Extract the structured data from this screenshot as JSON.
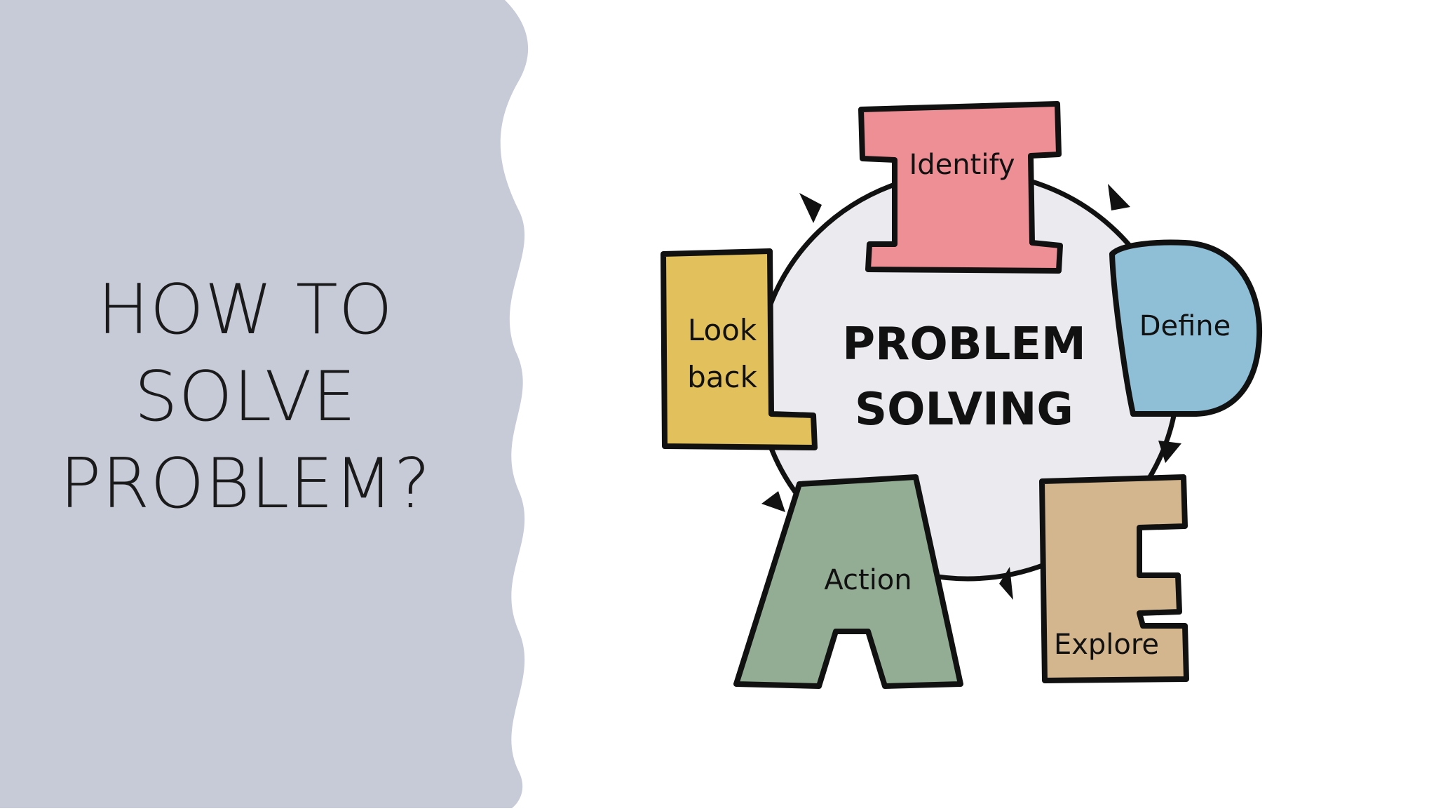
{
  "slide": {
    "title_lines": [
      "HOW TO",
      "SOLVE",
      "PROBLEM?"
    ]
  },
  "diagram": {
    "center_lines": [
      "PROBLEM",
      "SOLVING"
    ],
    "steps": [
      {
        "letter": "I",
        "label": "Identify",
        "color": "#ee8f95"
      },
      {
        "letter": "D",
        "label": "Define",
        "color": "#8ebfd6"
      },
      {
        "letter": "E",
        "label": "Explore",
        "color": "#d4b68e"
      },
      {
        "letter": "A",
        "label": "Action",
        "color": "#93ad94"
      },
      {
        "letter": "L",
        "label_lines": [
          "Look",
          "back"
        ],
        "color": "#e2c15c"
      }
    ]
  },
  "colors": {
    "left_panel": "#c7cbd8",
    "circle_fill": "#ebebef",
    "outline": "#111111"
  }
}
